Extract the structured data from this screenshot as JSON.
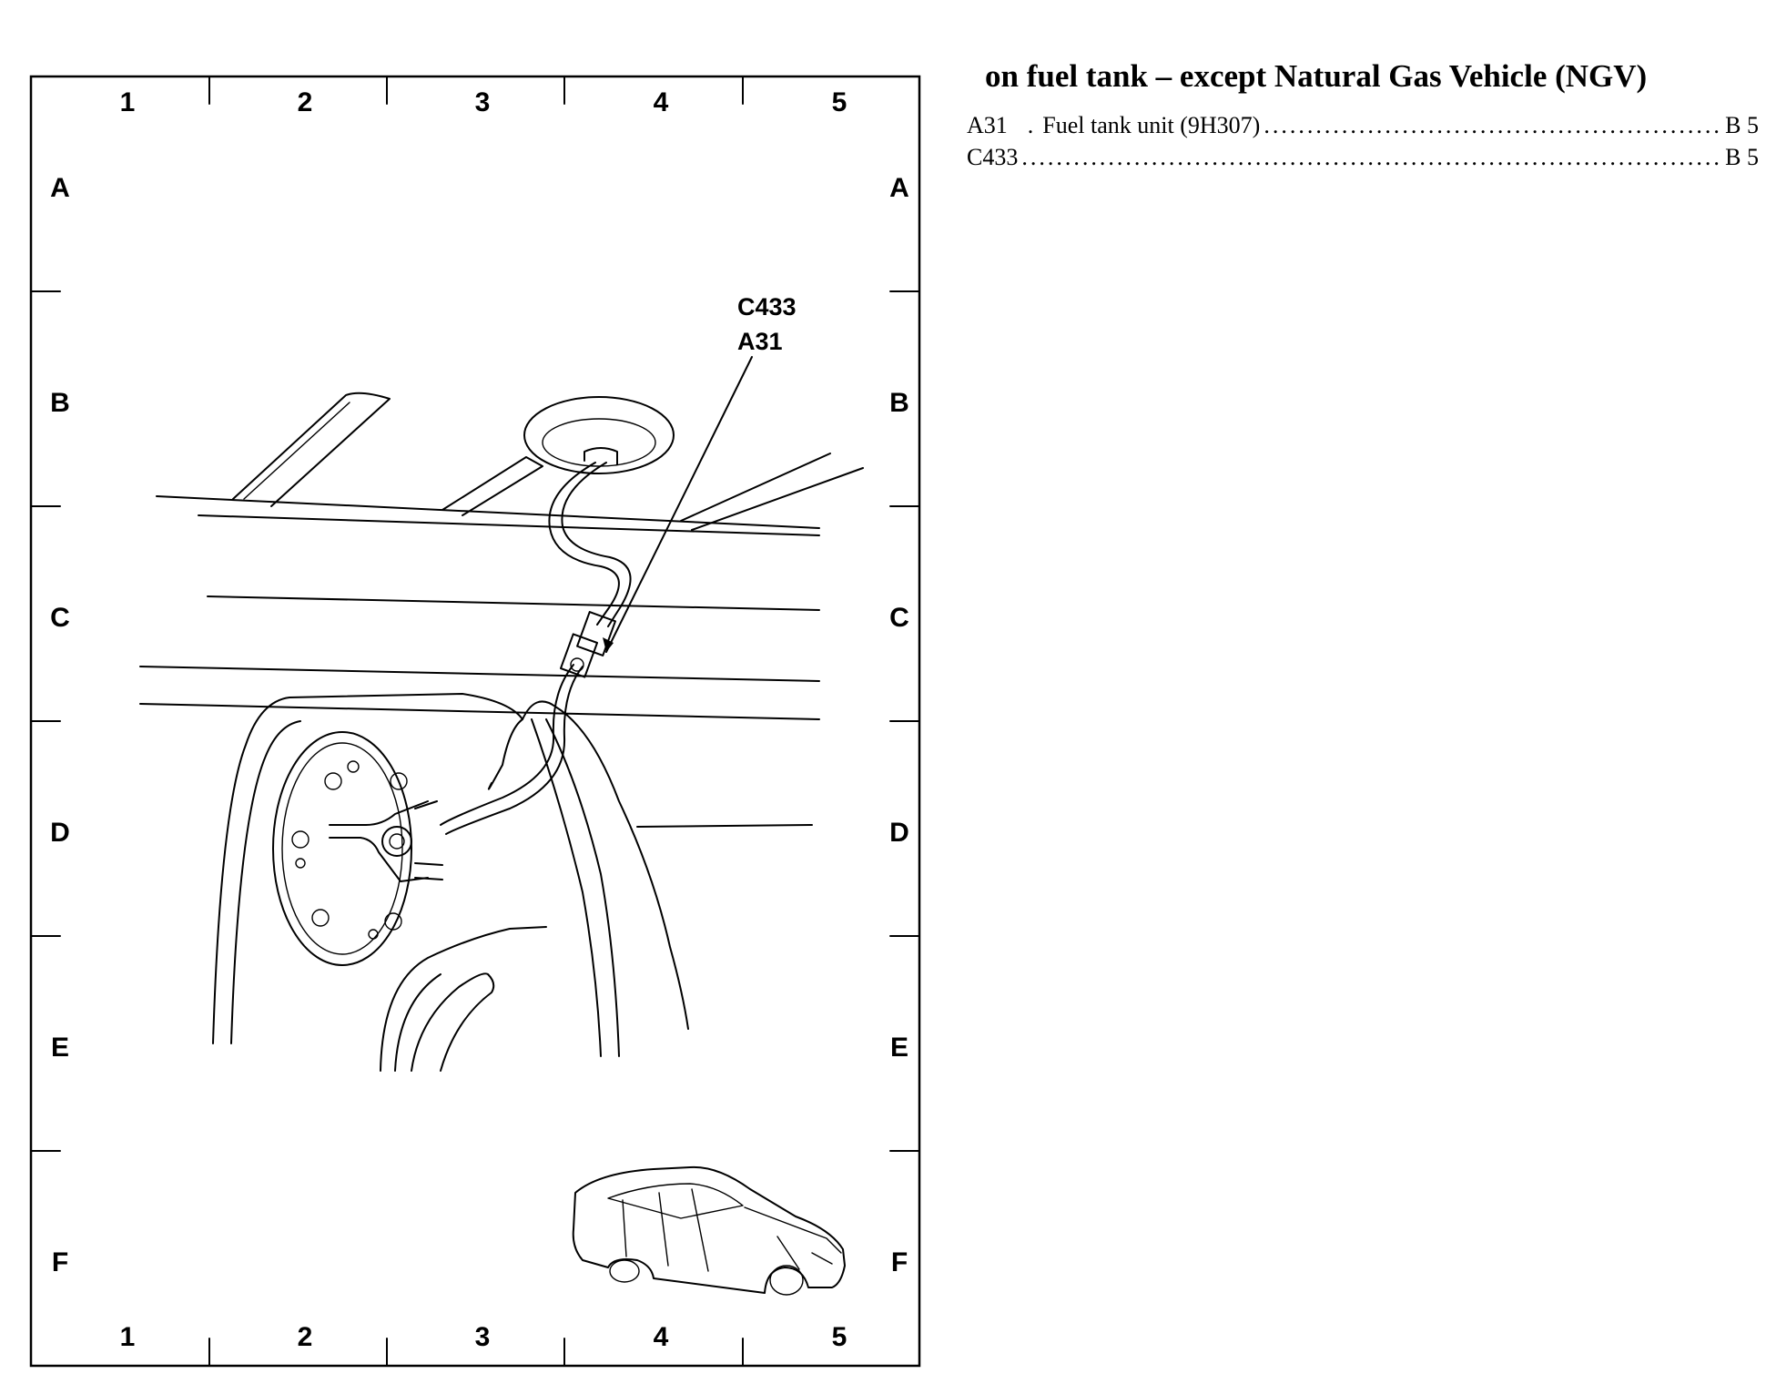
{
  "grid": {
    "columns": [
      "1",
      "2",
      "3",
      "4",
      "5"
    ],
    "rows": [
      "A",
      "B",
      "C",
      "D",
      "E",
      "F"
    ]
  },
  "callouts": {
    "connector": "C433",
    "component": "A31"
  },
  "panel": {
    "title": "on fuel tank – except Natural Gas Vehicle (NGV)",
    "entries": [
      {
        "id": "A31",
        "separator": ".",
        "description": "Fuel tank unit (9H307)",
        "location": "B 5"
      },
      {
        "id": "C433",
        "separator": "",
        "description": "",
        "location": "B 5"
      }
    ]
  },
  "icons": [
    "vehicle-location-icon"
  ]
}
